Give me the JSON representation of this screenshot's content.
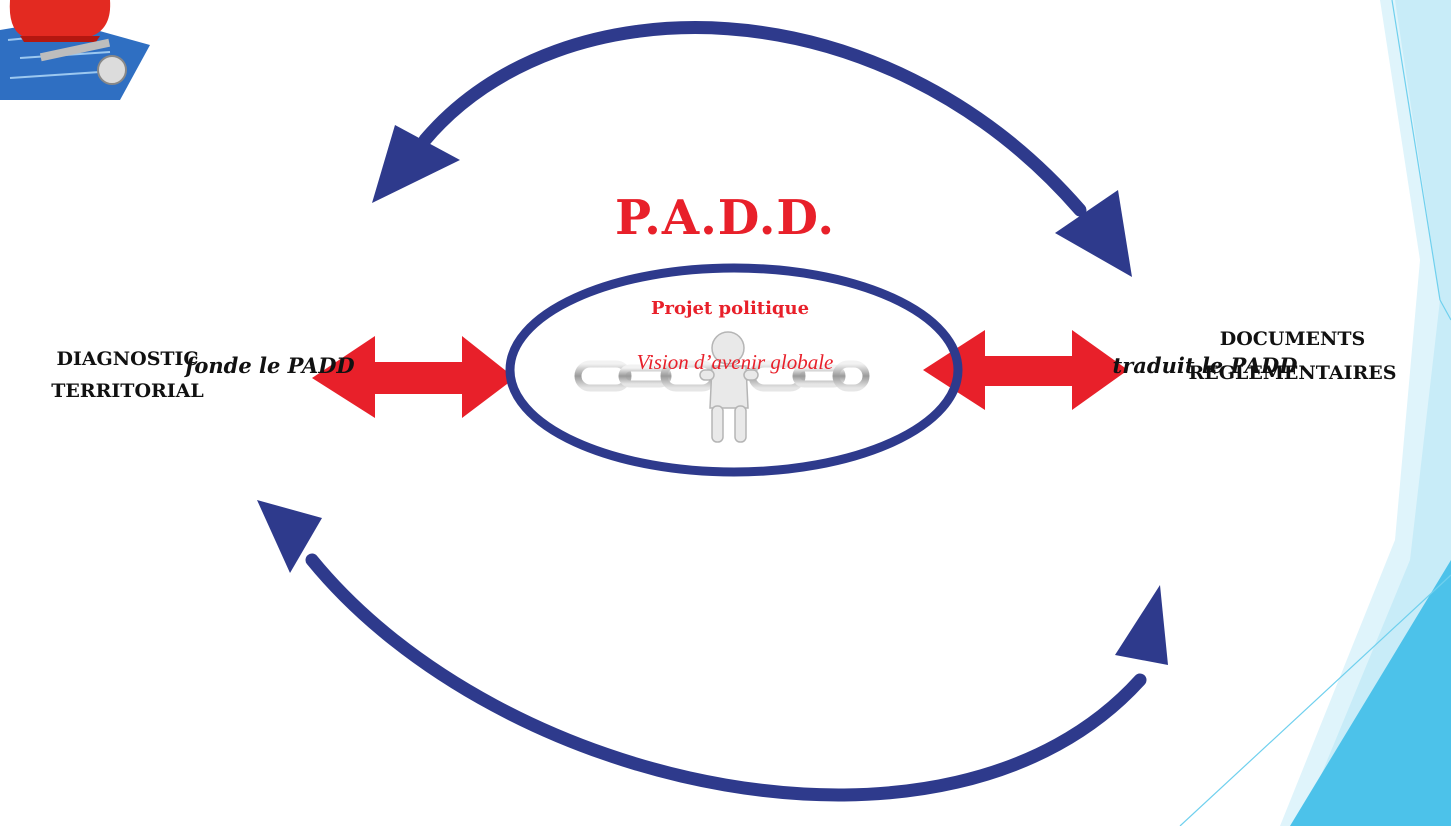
{
  "diagram": {
    "title": "P.A.D.D.",
    "center": {
      "top_label": "Projet politique",
      "bottom_label": "Vision d’avenir globale"
    },
    "left": {
      "title_lines": [
        "DIAGNOSTIC",
        "TERRITORIAL"
      ],
      "subtitle": "fonde le PADD"
    },
    "right": {
      "title_lines": [
        "DOCUMENTS",
        "REGLEMENTAIRES"
      ],
      "subtitle": "traduit le PADD"
    }
  },
  "colors": {
    "cycle_arrows": "#2e3a8c",
    "ellipse": "#2e3a8c",
    "red_arrows": "#e8202a",
    "title": "#e8202a",
    "decor_light_blue": "#c8ecf8",
    "decor_blue": "#4cc2ea"
  },
  "icons": [
    "hardhat-blueprint-icon",
    "chain-figure-icon"
  ]
}
